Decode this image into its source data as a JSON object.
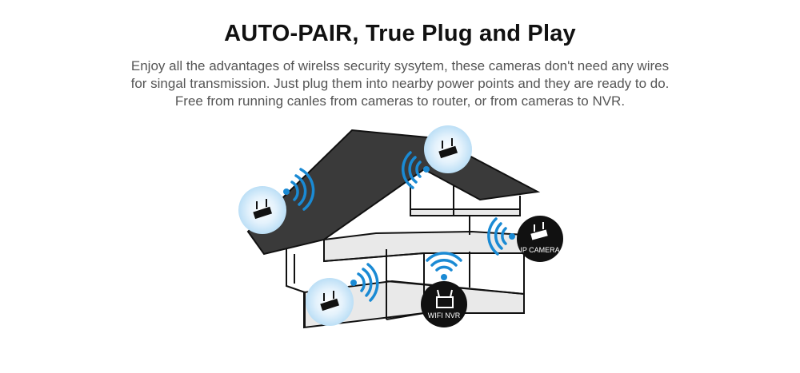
{
  "headline": "AUTO-PAIR, True Plug and Play",
  "description": [
    "Enjoy all the advantages of wirelss security sysytem, these cameras don't need any wires",
    "for singal transmission. Just plug them into nearby power points and they are ready to do.",
    "Free from running canles from cameras to router, or from cameras to NVR."
  ],
  "badges": {
    "ip_camera": "IP CAMERA",
    "wifi_nvr": "WIFI NVR"
  },
  "colors": {
    "roof": "#3a3a3a",
    "wifi_blue": "#1a8ad4",
    "glow": "#d6ecfa",
    "floor": "#e9e9e9",
    "badge": "#111111"
  }
}
